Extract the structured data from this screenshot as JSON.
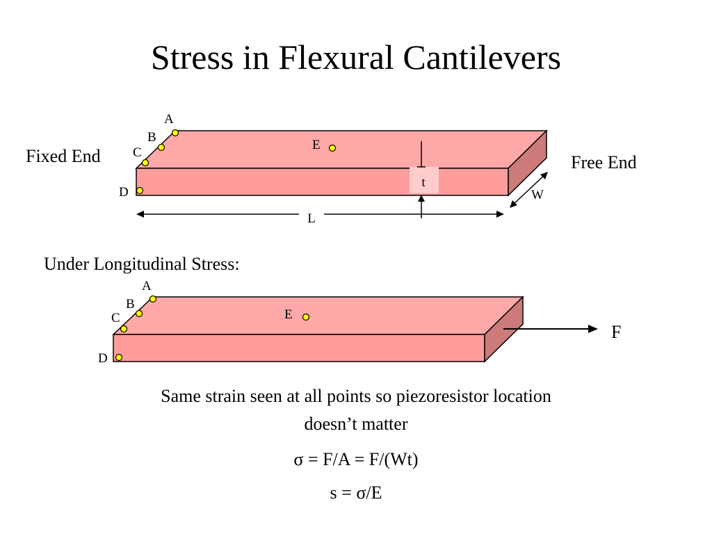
{
  "slide": {
    "title": "Stress in Flexural Cantilevers",
    "top_diagram": {
      "fixed_end_label": "Fixed End",
      "free_end_label": "Free End",
      "points": {
        "A": "A",
        "B": "B",
        "C": "C",
        "D": "D",
        "E": "E"
      },
      "thickness_label": "t",
      "width_label": "W",
      "length_label": "L"
    },
    "section_heading": "Under Longitudinal Stress:",
    "bottom_diagram": {
      "points": {
        "A": "A",
        "B": "B",
        "C": "C",
        "D": "D",
        "E": "E"
      },
      "force_label": "F"
    },
    "caption_line1": "Same strain seen at all points so piezoresistor location",
    "caption_line2": "doesn’t matter",
    "equation1": "σ = F/A = F/(Wt)",
    "equation2": "s = σ/E"
  },
  "colors": {
    "beam_top": "#FFA8A8",
    "beam_front": "#FF9C9C",
    "beam_side": "#CC7A7A",
    "point_fill": "#FFFF00",
    "thickness_box": "#FFCCCC"
  }
}
